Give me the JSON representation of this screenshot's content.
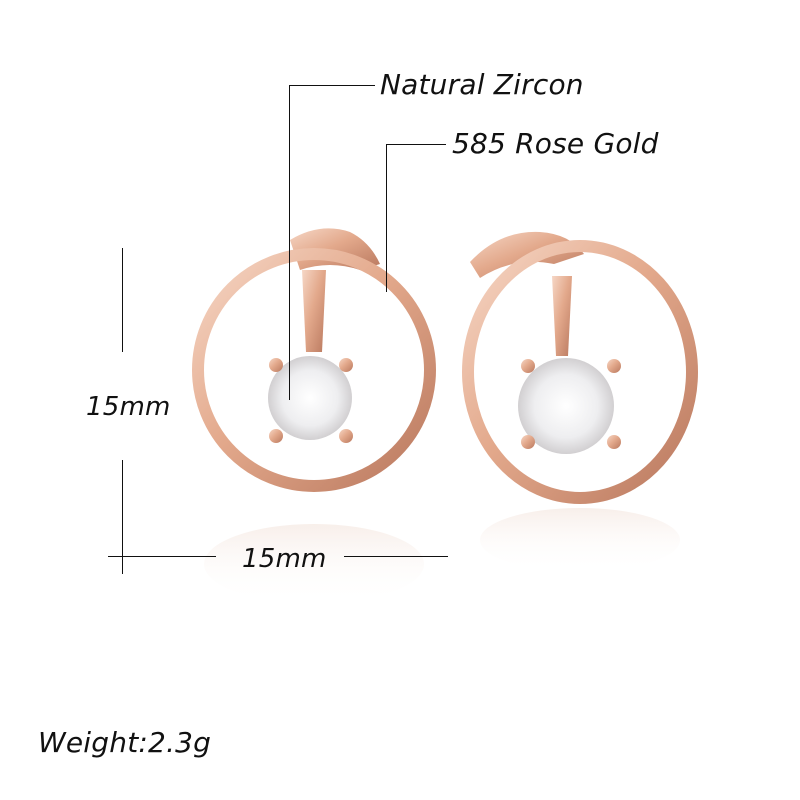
{
  "callouts": {
    "stone": "Natural Zircon",
    "metal": "585 Rose Gold"
  },
  "dimensions": {
    "height": "15mm",
    "width": "15mm"
  },
  "specs": {
    "weight": "Weight:2.3g"
  },
  "colors": {
    "rose_gold": "#e3a98c",
    "rose_gold_dark": "#b9785e",
    "rose_gold_light": "#f6d7c6",
    "zircon": "#f2f2f4",
    "line": "#111111"
  }
}
